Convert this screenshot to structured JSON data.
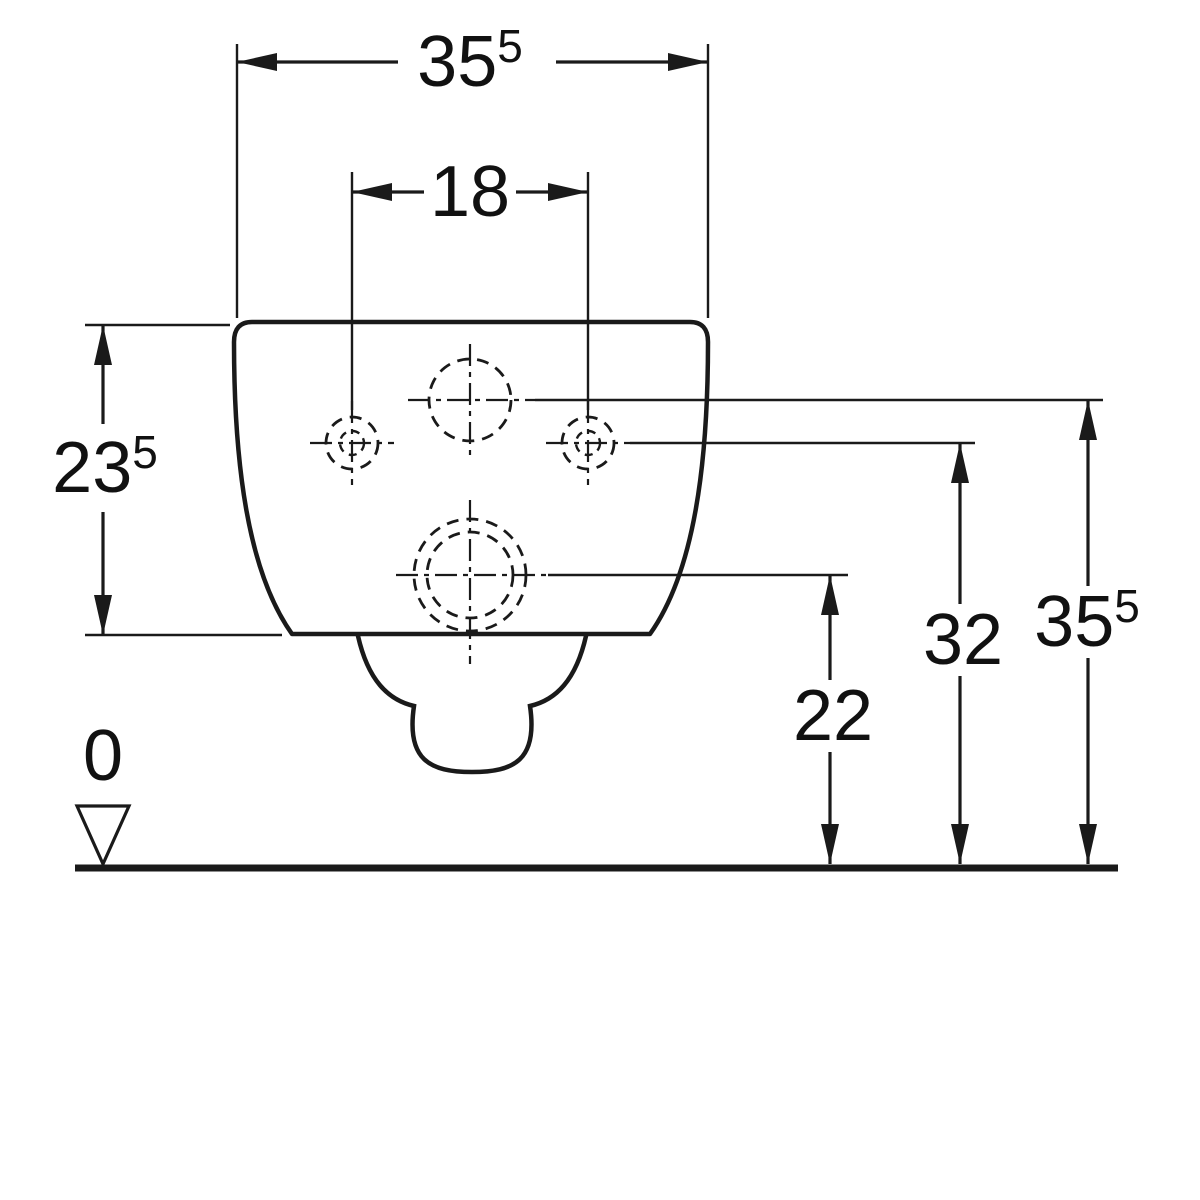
{
  "drawing": {
    "kind": "technical-dimension-diagram",
    "subject": "wall-hung-toilet-rear-view",
    "colors": {
      "line": "#1a1a1a",
      "text": "#111111",
      "background": "#ffffff"
    },
    "dimensions": {
      "overall_width": {
        "main": "35",
        "sup": "5"
      },
      "hole_spacing": {
        "main": "18"
      },
      "pan_height": {
        "main": "23",
        "sup": "5"
      },
      "outlet_center_height": {
        "main": "22"
      },
      "fixing_hole_height": {
        "main": "32"
      },
      "supply_hole_height": {
        "main": "35",
        "sup": "5"
      },
      "floor_datum": {
        "main": "0"
      }
    }
  }
}
